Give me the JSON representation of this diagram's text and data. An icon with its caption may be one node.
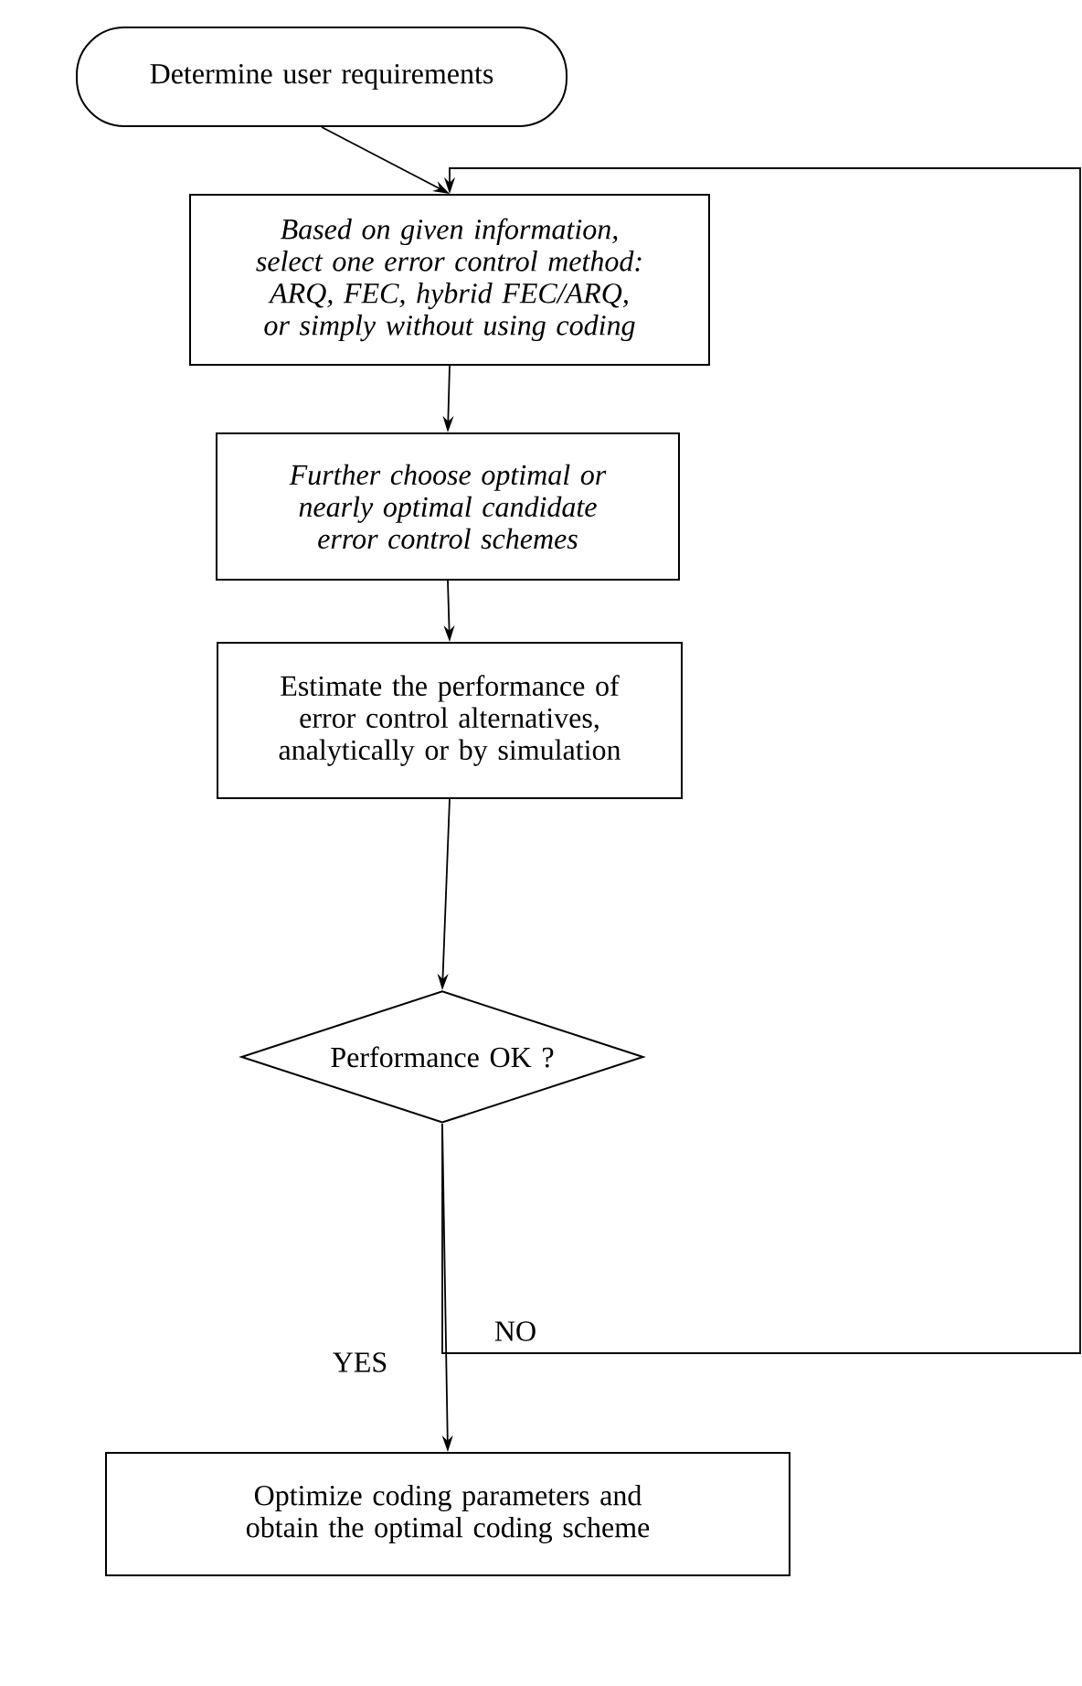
{
  "diagram": {
    "nodes": [
      {
        "text": [
          "Determine user requirements"
        ]
      },
      {
        "text": [
          "Based on given information, select one error control method: ARQ, FEC, hybrid FEC/ARQ, or simply without using coding"
        ]
      },
      {
        "text": [
          "Further choose optimal or nearly optimal candidate error control schemes"
        ]
      },
      {
        "text": [
          "Estimate the performance of error control alternatives, analytically or by simulation"
        ]
      },
      {
        "text": [
          "Performance OK ?"
        ]
      },
      {
        "text": [
          "Optimize coding parameters and obtain the optimal coding scheme"
        ]
      }
    ],
    "edges": [
      {
        "from": 0,
        "to": 1,
        "arrow": "to"
      },
      {
        "from": 1,
        "to": 2,
        "arrow": "to"
      },
      {
        "from": 2,
        "to": 3,
        "arrow": "to"
      },
      {
        "from": 3,
        "to": 4,
        "arrow": "to"
      },
      {
        "from": 4,
        "to": 5,
        "arrow": "to",
        "label": "YES"
      },
      {
        "from": 4,
        "to": 1,
        "arrow": "to",
        "label": "NO"
      }
    ]
  }
}
